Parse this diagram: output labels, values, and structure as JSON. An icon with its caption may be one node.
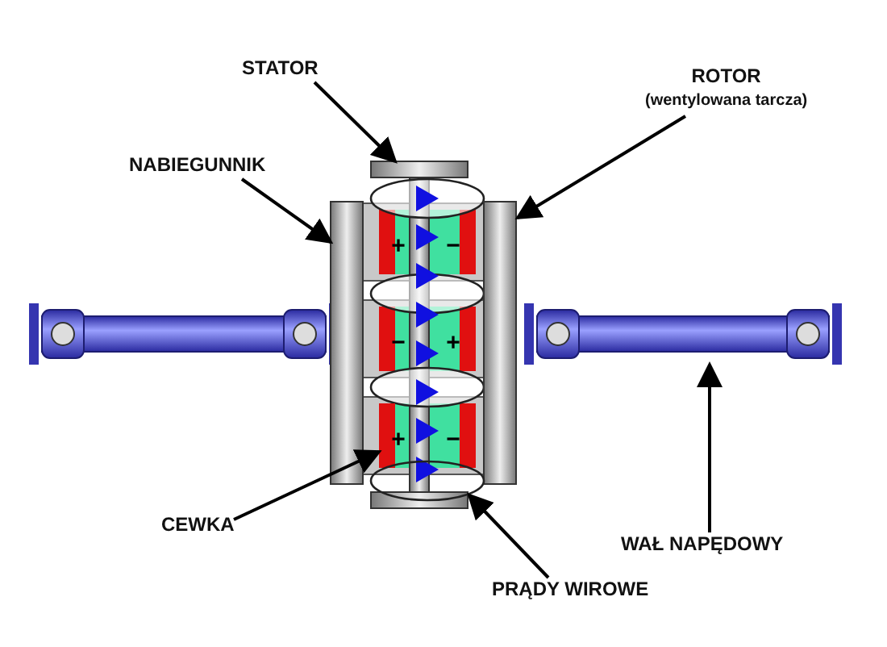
{
  "diagram": {
    "nodes": [
      {
        "text": [
          "STATOR"
        ]
      },
      {
        "text": [
          "ROTOR",
          "(wentylowana tarcza)"
        ]
      },
      {
        "text": [
          "NABIEGUNNIK"
        ]
      },
      {
        "text": [
          "CEWKA"
        ]
      },
      {
        "text": [
          "WAŁ NAPĘDOWY"
        ]
      },
      {
        "text": [
          "PRĄDY WIROWE"
        ]
      },
      {
        "text": [],
        "shape": "bar"
      },
      {
        "text": [],
        "shape": "bar"
      },
      {
        "text": [],
        "shape": "bar"
      },
      {
        "text": [],
        "shape": "bar"
      },
      {
        "text": [],
        "shape": "cylinder"
      },
      {
        "text": [],
        "shape": "ellipse"
      }
    ],
    "edges": [
      {
        "from": 0,
        "to": 6,
        "arrow": "to"
      },
      {
        "from": 1,
        "to": 7,
        "arrow": "to"
      },
      {
        "from": 2,
        "to": 8,
        "arrow": "to"
      },
      {
        "from": 3,
        "to": 9,
        "arrow": "to"
      },
      {
        "from": 4,
        "to": 10,
        "arrow": "to"
      },
      {
        "from": 5,
        "to": 11,
        "arrow": "to"
      }
    ],
    "labels": [
      "+",
      "−",
      "−",
      "+",
      "+",
      "−"
    ]
  }
}
